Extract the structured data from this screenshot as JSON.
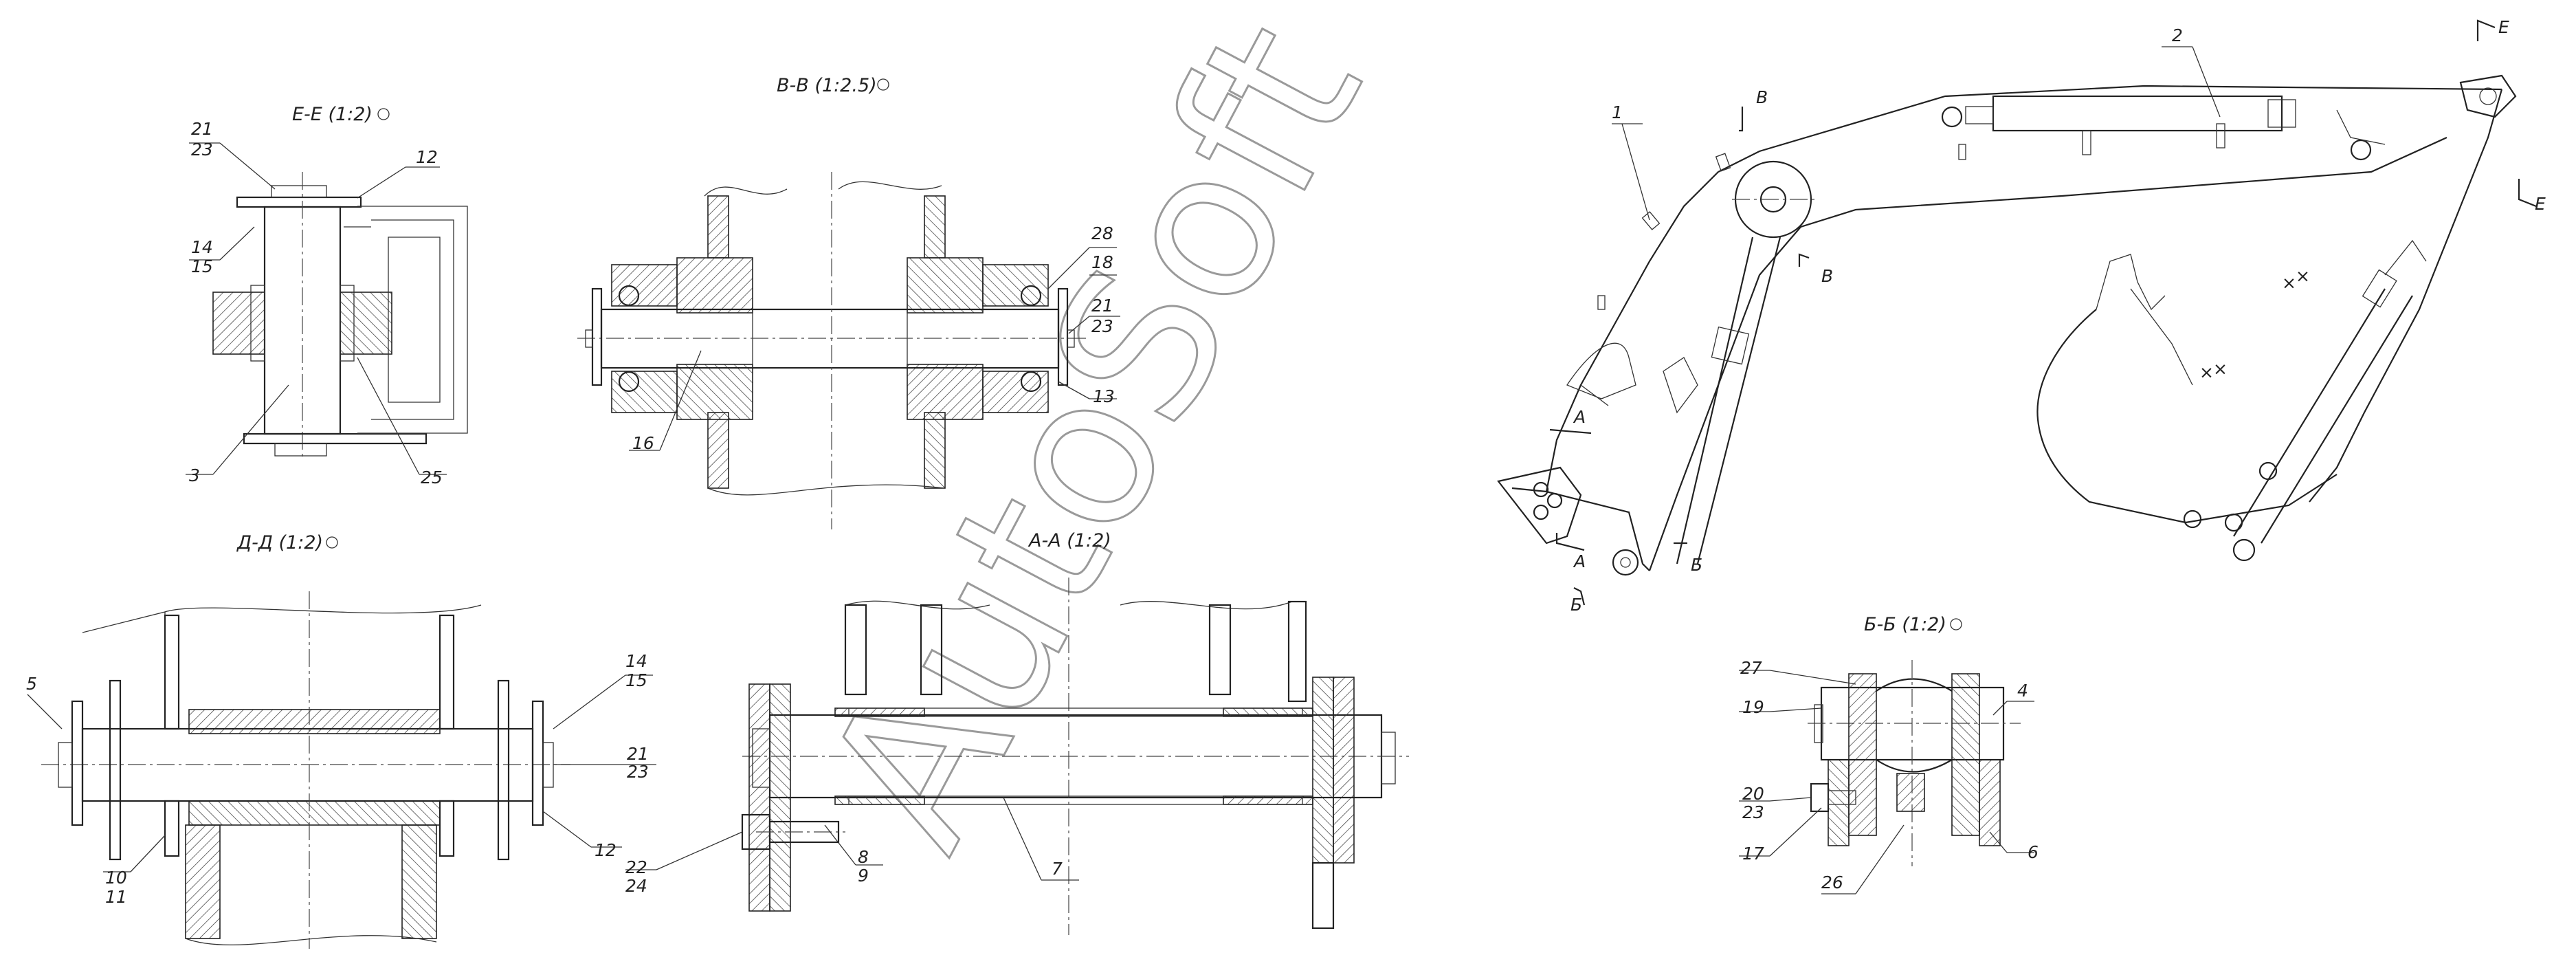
{
  "sections": {
    "ee": "Е-Е (1:2)",
    "vv": "В-В (1:2.5)",
    "dd": "Д-Д (1:2)",
    "aa": "А-А (1:2)",
    "bb": "Б-Б (1:2)"
  },
  "cut_marks": {
    "v": "В",
    "e": "Е",
    "a": "А",
    "b": "Б"
  },
  "part_numbers": [
    "1",
    "2",
    "3",
    "4",
    "5",
    "6",
    "7",
    "8",
    "9",
    "10",
    "11",
    "12",
    "13",
    "14",
    "15",
    "16",
    "17",
    "18",
    "19",
    "20",
    "21",
    "22",
    "23",
    "24",
    "25",
    "26",
    "27",
    "28"
  ],
  "watermark": "AutoSoft"
}
